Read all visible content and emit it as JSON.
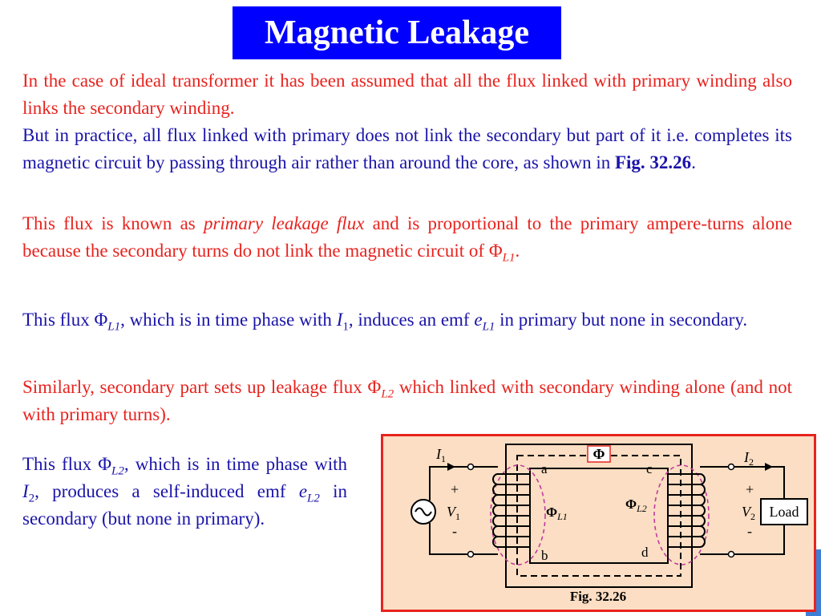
{
  "title": "Magnetic Leakage",
  "p1": {
    "text": "In the case of ideal transformer it has been assumed that all the flux linked with primary winding also links the secondary winding."
  },
  "p2": {
    "text": "But in practice, all flux linked with primary does not link the secondary but part of it i.e. completes its magnetic circuit by passing through air rather than around the core, as shown in ",
    "fig_ref": "Fig. 32.26",
    "end": "."
  },
  "p3": {
    "a": "This flux is known as ",
    "em": "primary leakage flux",
    "b": " and is proportional to the primary ampere-turns alone because the secondary turns do not link the magnetic circuit of ",
    "sym": "Φ",
    "sub": "L1",
    "end": "."
  },
  "p4": {
    "a": "This flux ",
    "sym1": "Φ",
    "sub1": "L1",
    "b": ", which is in time phase with ",
    "i": "I",
    "isub": "1",
    "c": ", induces an emf ",
    "e": "e",
    "esub": "L1",
    "d": " in primary but none in secondary."
  },
  "p5": {
    "a": "Similarly, secondary part sets up leakage flux ",
    "sym": "Φ",
    "sub": "L2",
    "b": " which linked with secondary winding alone (and not with primary turns)."
  },
  "p6": {
    "a": "This flux ",
    "sym": "Φ",
    "sub": "L2",
    "b": ", which is in time phase with ",
    "i": "I",
    "isub": "2",
    "c": ", produces a self-induced emf ",
    "e": "e",
    "esub": "L2",
    "d": " in secondary (but none in primary)."
  },
  "figure": {
    "caption": "Fig. 32.26",
    "phi": "Φ",
    "phi_l": "Φ",
    "phi_l1_sub": "L1",
    "phi_l2_sub": "L2",
    "i": "I",
    "i1_sub": "1",
    "i2_sub": "2",
    "v": "V",
    "v1_sub": "1",
    "v2_sub": "2",
    "plus": "+",
    "minus": "-",
    "a": "a",
    "b": "b",
    "c": "c",
    "d": "d",
    "load": "Load"
  }
}
